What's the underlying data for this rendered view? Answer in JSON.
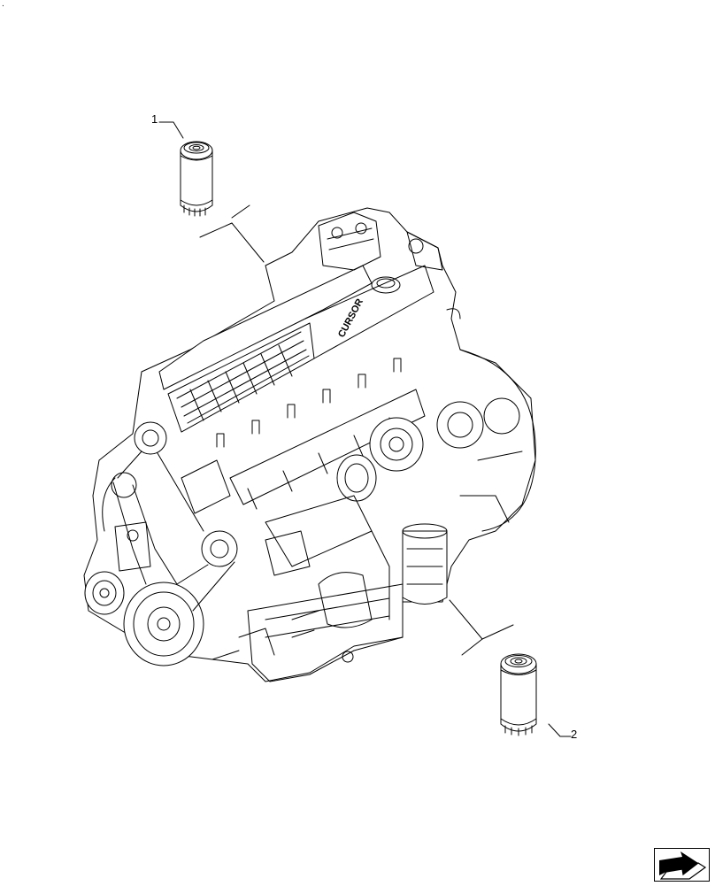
{
  "callouts": [
    {
      "id": "1",
      "label": "1",
      "part": "oil-filter"
    },
    {
      "id": "2",
      "label": "2",
      "part": "oil-filter"
    }
  ],
  "engine_logo_text": "CURSOR",
  "nav_icon": "next-page-arrow-icon",
  "colors": {
    "line": "#000000",
    "background": "#ffffff"
  }
}
